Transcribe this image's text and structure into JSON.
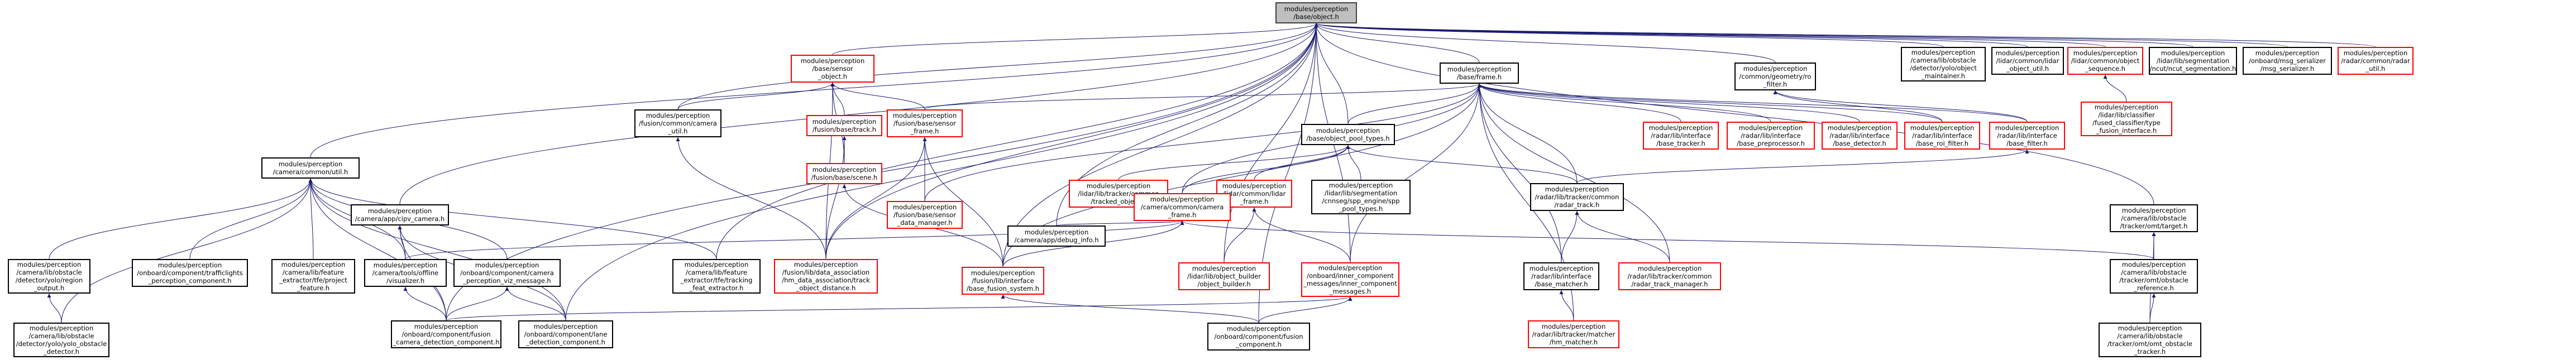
{
  "colors": {
    "root_fill": "#bfbfbf",
    "edge": "#191970",
    "missing_border": "#ff0000",
    "node_border": "#000000"
  },
  "root": {
    "id": "n0",
    "label": "modules/perception\n/base/object.h"
  },
  "nodes": [
    {
      "id": "n1",
      "label": "modules/perception\n/camera/lib/obstacle\n/detector/yolo/object\n_maintainer.h",
      "missing": false
    },
    {
      "id": "n2",
      "label": "modules/perception\n/lidar/common/lidar\n_object_util.h",
      "missing": false
    },
    {
      "id": "n3",
      "label": "modules/perception\n/lidar/common/object\n_sequence.h",
      "missing": true
    },
    {
      "id": "n4",
      "label": "modules/perception\n/lidar/lib/segmentation\n/ncut/ncut_segmentation.h",
      "missing": false
    },
    {
      "id": "n5",
      "label": "modules/perception\n/onboard/msg_serializer\n/msg_serializer.h",
      "missing": false
    },
    {
      "id": "n6",
      "label": "modules/perception\n/radar/common/radar\n_util.h",
      "missing": true
    },
    {
      "id": "n7",
      "label": "modules/perception\n/base/sensor\n_object.h",
      "missing": true
    },
    {
      "id": "n8",
      "label": "modules/perception\n/base/frame.h",
      "missing": false
    },
    {
      "id": "n9",
      "label": "modules/perception\n/common/geometry/ro\n_filter.h",
      "missing": false
    },
    {
      "id": "n10",
      "label": "modules/perception\n/lidar/lib/classifier\n/fused_classifier/type\n_fusion_interface.h",
      "missing": true
    },
    {
      "id": "n11",
      "label": "modules/perception\n/fusion/common/camera\n_util.h",
      "missing": false
    },
    {
      "id": "n12",
      "label": "modules/perception\n/fusion/base/track.h",
      "missing": true
    },
    {
      "id": "n13",
      "label": "modules/perception\n/fusion/base/sensor\n_frame.h",
      "missing": true
    },
    {
      "id": "n14",
      "label": "modules/perception\n/base/object_pool_types.h",
      "missing": false
    },
    {
      "id": "n15",
      "label": "modules/perception\n/radar/lib/interface\n/base_tracker.h",
      "missing": true
    },
    {
      "id": "n16",
      "label": "modules/perception\n/radar/lib/interface\n/base_preprocessor.h",
      "missing": true
    },
    {
      "id": "n17",
      "label": "modules/perception\n/radar/lib/interface\n/base_detector.h",
      "missing": true
    },
    {
      "id": "n18",
      "label": "modules/perception\n/radar/lib/interface\n/base_roi_filter.h",
      "missing": true
    },
    {
      "id": "n19",
      "label": "modules/perception\n/radar/lib/interface\n/base_filter.h",
      "missing": true
    },
    {
      "id": "n20",
      "label": "modules/perception\n/camera/common/util.h",
      "missing": false
    },
    {
      "id": "n21",
      "label": "modules/perception\n/camera/app/cipv_camera.h",
      "missing": false
    },
    {
      "id": "n22",
      "label": "modules/perception\n/fusion/base/scene.h",
      "missing": true
    },
    {
      "id": "n23",
      "label": "modules/perception\n/fusion/base/sensor\n_data_manager.h",
      "missing": true
    },
    {
      "id": "n24",
      "label": "modules/perception\n/lidar/lib/tracker/common\n/tracked_object.h",
      "missing": true
    },
    {
      "id": "n25",
      "label": "modules/perception\n/lidar/common/lidar\n_frame.h",
      "missing": true
    },
    {
      "id": "n26",
      "label": "modules/perception\n/camera/common/camera\n_frame.h",
      "missing": true
    },
    {
      "id": "n27",
      "label": "modules/perception\n/lidar/lib/segmentation\n/cnnseg/spp_engine/spp\n_pool_types.h",
      "missing": false
    },
    {
      "id": "n28",
      "label": "modules/perception\n/radar/lib/tracker/common\n/radar_track.h",
      "missing": false
    },
    {
      "id": "n29",
      "label": "modules/perception\n/camera/lib/obstacle\n/tracker/omt/target.h",
      "missing": false
    },
    {
      "id": "n30",
      "label": "modules/perception\n/camera/lib/obstacle\n/detector/yolo/region\n_output.h",
      "missing": false
    },
    {
      "id": "n31",
      "label": "modules/perception\n/onboard/component/trafficlights\n_perception_component.h",
      "missing": false
    },
    {
      "id": "n32",
      "label": "modules/perception\n/camera/lib/feature\n_extractor/tfe/project\n_feature.h",
      "missing": false
    },
    {
      "id": "n33",
      "label": "modules/perception\n/camera/tools/offline\n/visualizer.h",
      "missing": false
    },
    {
      "id": "n34",
      "label": "modules/perception\n/onboard/component/camera\n_perception_viz_message.h",
      "missing": false
    },
    {
      "id": "n35",
      "label": "modules/perception\n/camera/lib/feature\n_extractor/tfe/tracking\n_feat_extractor.h",
      "missing": false
    },
    {
      "id": "n36",
      "label": "modules/perception\n/fusion/lib/data_association\n/hm_data_association/track\n_object_distance.h",
      "missing": true
    },
    {
      "id": "n37",
      "label": "modules/perception\n/fusion/lib/interface\n/base_fusion_system.h",
      "missing": true
    },
    {
      "id": "n38",
      "label": "modules/perception\n/camera/app/debug_info.h",
      "missing": false
    },
    {
      "id": "n39",
      "label": "modules/perception\n/lidar/lib/object_builder\n/object_builder.h",
      "missing": true
    },
    {
      "id": "n40",
      "label": "modules/perception\n/onboard/inner_component\n_messages/inner_component\n_messages.h",
      "missing": true
    },
    {
      "id": "n41",
      "label": "modules/perception\n/radar/lib/interface\n/base_matcher.h",
      "missing": false
    },
    {
      "id": "n42",
      "label": "modules/perception\n/radar/lib/tracker/common\n/radar_track_manager.h",
      "missing": true
    },
    {
      "id": "n43",
      "label": "modules/perception\n/camera/lib/obstacle\n/tracker/omt/obstacle\n_reference.h",
      "missing": false
    },
    {
      "id": "n44",
      "label": "modules/perception\n/camera/lib/obstacle\n/detector/yolo/yolo_obstacle\n_detector.h",
      "missing": false
    },
    {
      "id": "n45",
      "label": "modules/perception\n/onboard/component/fusion\n_camera_detection_component.h",
      "missing": false
    },
    {
      "id": "n46",
      "label": "modules/perception\n/onboard/component/lane\n_detection_component.h",
      "missing": false
    },
    {
      "id": "n47",
      "label": "modules/perception\n/onboard/component/fusion\n_component.h",
      "missing": false
    },
    {
      "id": "n48",
      "label": "modules/perception\n/radar/lib/tracker/matcher\n/hm_matcher.h",
      "missing": true
    },
    {
      "id": "n49",
      "label": "modules/perception\n/camera/lib/obstacle\n/tracker/omt/omt_obstacle\n_tracker.h",
      "missing": false
    }
  ],
  "edges": [
    [
      "n0",
      "n1"
    ],
    [
      "n0",
      "n2"
    ],
    [
      "n0",
      "n3"
    ],
    [
      "n0",
      "n4"
    ],
    [
      "n0",
      "n5"
    ],
    [
      "n0",
      "n6"
    ],
    [
      "n0",
      "n7"
    ],
    [
      "n0",
      "n8"
    ],
    [
      "n0",
      "n9"
    ],
    [
      "n0",
      "n11"
    ],
    [
      "n0",
      "n14"
    ],
    [
      "n0",
      "n20"
    ],
    [
      "n0",
      "n21"
    ],
    [
      "n0",
      "n29"
    ],
    [
      "n0",
      "n35"
    ],
    [
      "n0",
      "n36"
    ],
    [
      "n0",
      "n37"
    ],
    [
      "n0",
      "n38"
    ],
    [
      "n0",
      "n39"
    ],
    [
      "n0",
      "n40"
    ],
    [
      "n0",
      "n45"
    ],
    [
      "n0",
      "n46"
    ],
    [
      "n0",
      "n47"
    ],
    [
      "n3",
      "n10"
    ],
    [
      "n7",
      "n11"
    ],
    [
      "n7",
      "n12"
    ],
    [
      "n7",
      "n13"
    ],
    [
      "n7",
      "n22"
    ],
    [
      "n7",
      "n36"
    ],
    [
      "n8",
      "n13"
    ],
    [
      "n8",
      "n14"
    ],
    [
      "n8",
      "n15"
    ],
    [
      "n8",
      "n16"
    ],
    [
      "n8",
      "n17"
    ],
    [
      "n8",
      "n18"
    ],
    [
      "n8",
      "n19"
    ],
    [
      "n8",
      "n23"
    ],
    [
      "n8",
      "n26"
    ],
    [
      "n8",
      "n28"
    ],
    [
      "n8",
      "n37"
    ],
    [
      "n8",
      "n40"
    ],
    [
      "n8",
      "n41"
    ],
    [
      "n8",
      "n42"
    ],
    [
      "n8",
      "n48"
    ],
    [
      "n9",
      "n18"
    ],
    [
      "n9",
      "n19"
    ],
    [
      "n11",
      "n36"
    ],
    [
      "n12",
      "n22"
    ],
    [
      "n12",
      "n36"
    ],
    [
      "n13",
      "n23"
    ],
    [
      "n13",
      "n36"
    ],
    [
      "n13",
      "n37"
    ],
    [
      "n22",
      "n37"
    ],
    [
      "n14",
      "n24"
    ],
    [
      "n14",
      "n25"
    ],
    [
      "n14",
      "n26"
    ],
    [
      "n14",
      "n27"
    ],
    [
      "n14",
      "n28"
    ],
    [
      "n19",
      "n28"
    ],
    [
      "n20",
      "n30"
    ],
    [
      "n20",
      "n31"
    ],
    [
      "n20",
      "n32"
    ],
    [
      "n20",
      "n33"
    ],
    [
      "n20",
      "n34"
    ],
    [
      "n20",
      "n35"
    ],
    [
      "n20",
      "n44"
    ],
    [
      "n20",
      "n45"
    ],
    [
      "n20",
      "n46"
    ],
    [
      "n21",
      "n33"
    ],
    [
      "n21",
      "n45"
    ],
    [
      "n21",
      "n46"
    ],
    [
      "n25",
      "n39"
    ],
    [
      "n25",
      "n40"
    ],
    [
      "n26",
      "n33"
    ],
    [
      "n26",
      "n38"
    ],
    [
      "n26",
      "n43"
    ],
    [
      "n26",
      "n37"
    ],
    [
      "n28",
      "n41"
    ],
    [
      "n28",
      "n42"
    ],
    [
      "n29",
      "n43"
    ],
    [
      "n29",
      "n49"
    ],
    [
      "n43",
      "n49"
    ],
    [
      "n30",
      "n44"
    ],
    [
      "n33",
      "n45"
    ],
    [
      "n34",
      "n45"
    ],
    [
      "n34",
      "n46"
    ],
    [
      "n37",
      "n47"
    ],
    [
      "n40",
      "n45"
    ],
    [
      "n40",
      "n47"
    ],
    [
      "n41",
      "n48"
    ]
  ]
}
